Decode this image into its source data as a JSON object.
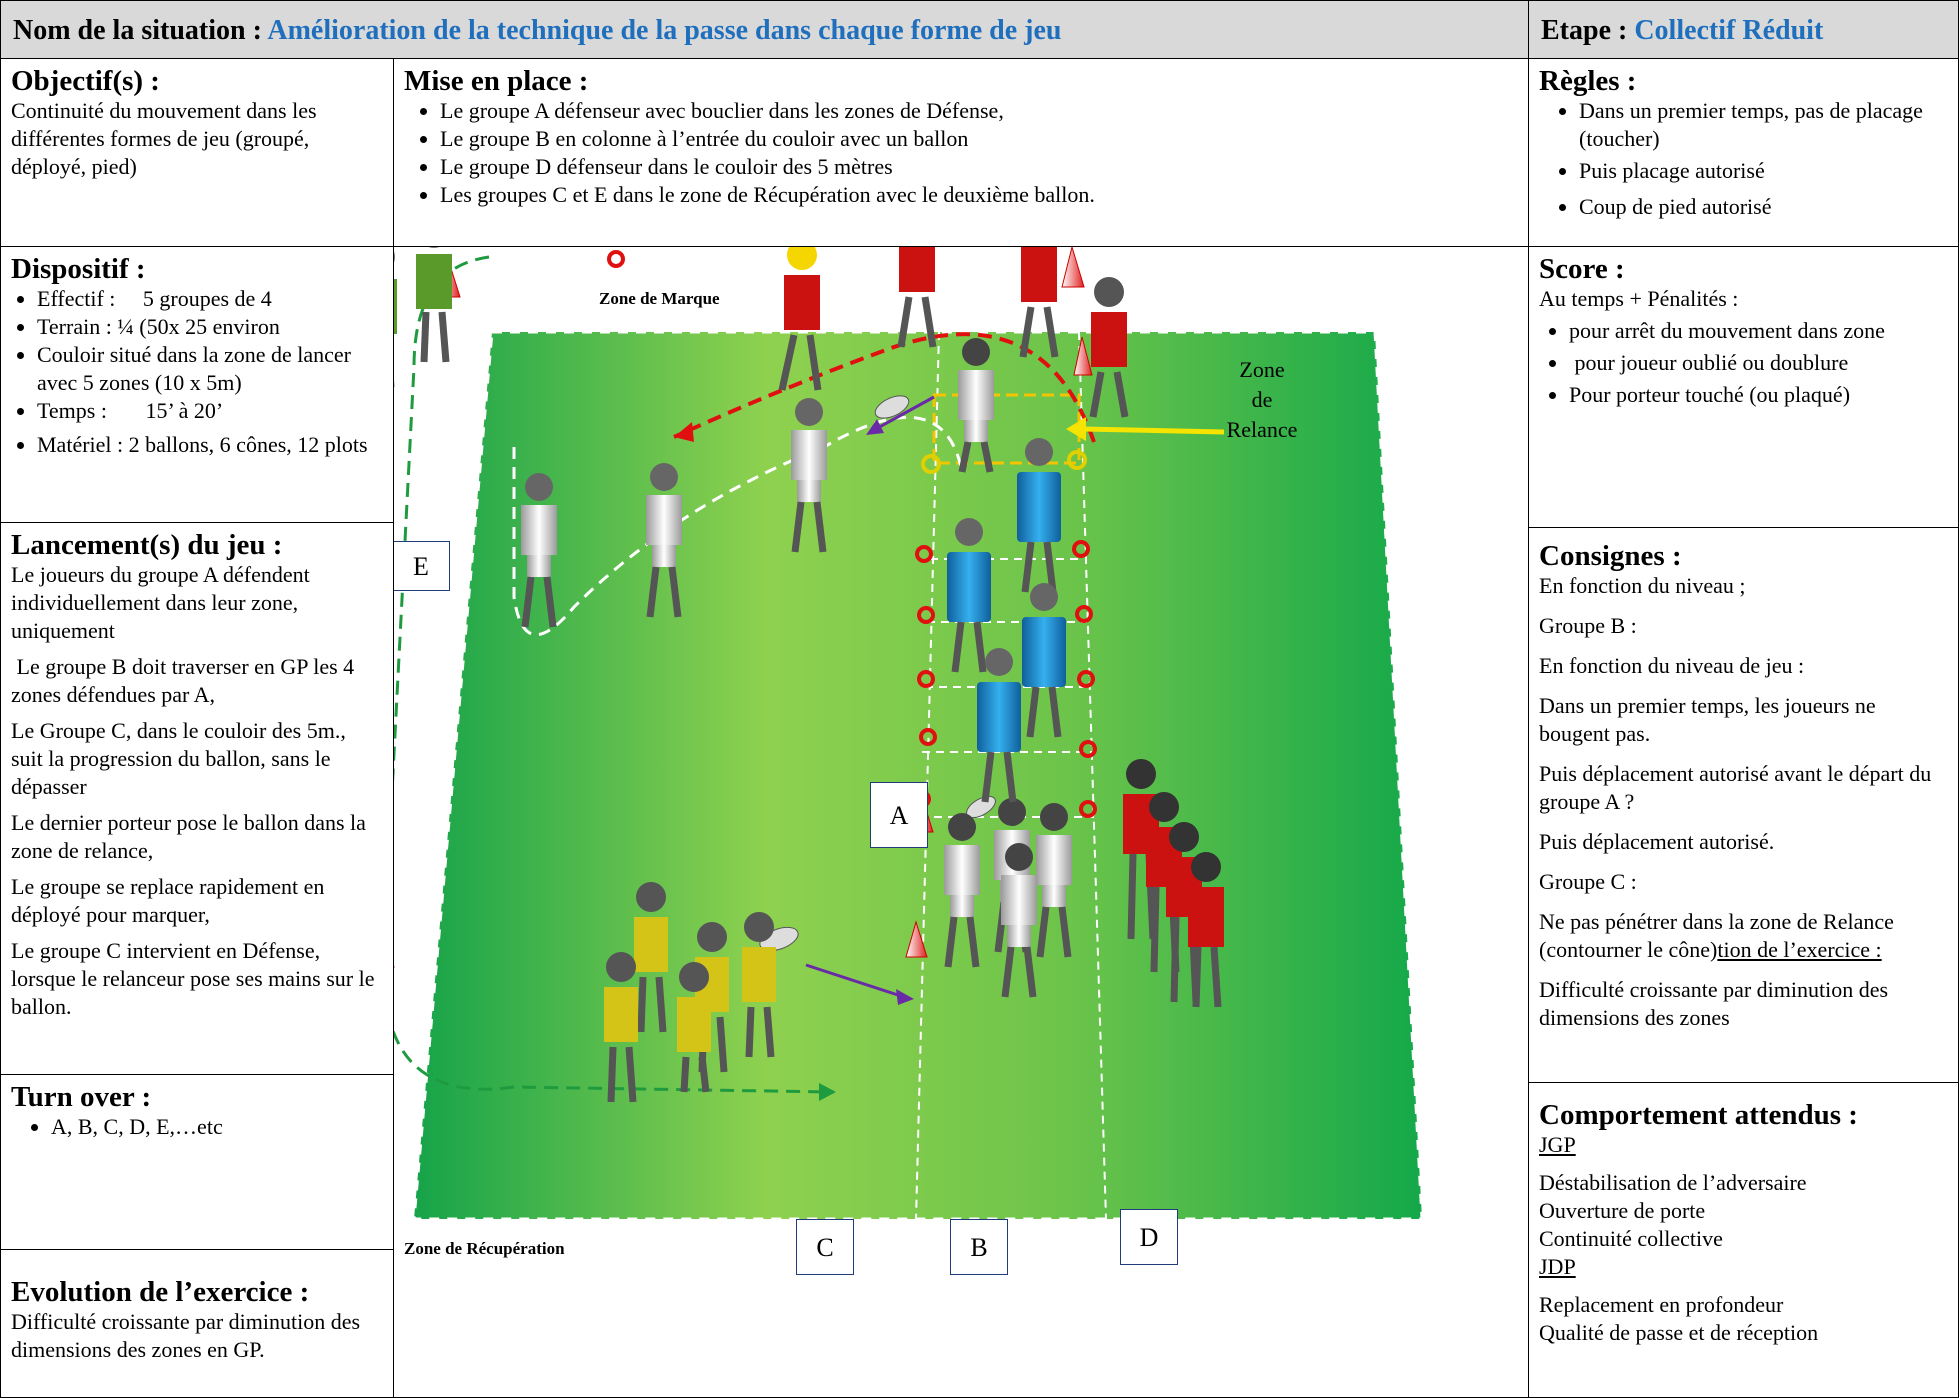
{
  "header": {
    "title_label": "Nom de la situation : ",
    "title_value": "Amélioration de la technique de la passe dans chaque forme de jeu",
    "stage_label": "Etape : ",
    "stage_value": "Collectif Réduit"
  },
  "objectifs": {
    "heading": "Objectif(s) :",
    "text": "Continuité du mouvement dans les différentes formes de jeu (groupé, déployé, pied)"
  },
  "mise_en_place": {
    "heading": "Mise en place :",
    "items": [
      "Le groupe A défenseur avec bouclier dans les zones de Défense,",
      "Le groupe B en colonne à l’entrée du couloir avec un ballon",
      "Le groupe D défenseur dans le couloir des 5 mètres",
      "Les groupes C et E dans le zone de Récupération avec le deuxième ballon."
    ]
  },
  "regles": {
    "heading": "Règles :",
    "items": [
      "Dans un premier temps, pas de placage (toucher)",
      "Puis placage autorisé",
      "Coup de pied autorisé"
    ]
  },
  "dispositif": {
    "heading": "Dispositif :",
    "items": [
      "Effectif :     5 groupes de 4",
      "Terrain : ¼ (50x 25 environ",
      "Couloir situé dans la zone de lancer avec 5 zones (10 x 5m)",
      "Temps :       15’ à 20’",
      "Matériel : 2 ballons, 6 cônes, 12 plots"
    ]
  },
  "score": {
    "heading": "Score :",
    "intro": "Au temps + Pénalités :",
    "items": [
      "pour arrêt du mouvement dans zone",
      " pour joueur oublié ou doublure",
      "Pour porteur touché (ou plaqué)"
    ]
  },
  "lancement": {
    "heading": "Lancement(s) du jeu :",
    "paragraphs": [
      "Le joueurs du groupe A défendent individuellement dans leur zone, uniquement",
      " Le groupe B doit traverser en GP les 4 zones défendues par A,",
      "Le Groupe C, dans le couloir des 5m., suit la progression du ballon, sans le dépasser",
      "Le dernier porteur pose le ballon dans la zone de relance,",
      "Le groupe se replace rapidement en déployé pour marquer,",
      "Le groupe C intervient en Défense, lorsque le relanceur pose ses mains sur le ballon."
    ]
  },
  "consignes": {
    "heading": "Consignes :",
    "paragraphs": [
      "En fonction du niveau ;",
      "Groupe B :",
      "En fonction du niveau de jeu :",
      "Dans un premier temps, les joueurs ne bougent pas.",
      "Puis déplacement autorisé avant le départ du groupe A ?",
      "Puis déplacement autorisé.",
      "Groupe C :"
    ],
    "para_c_text": "Ne pas pénétrer dans la zone de Relance (contourner le cône)",
    "para_c_underlined": "tion de l’exercice :",
    "para_last": "Difficulté croissante par diminution des dimensions des zones"
  },
  "turnover": {
    "heading": "Turn over :",
    "items": [
      "A, B, C, D, E,…etc"
    ]
  },
  "comportement": {
    "heading": "Comportement attendus :",
    "jgp_label": "JGP",
    "jgp_items": [
      "Déstabilisation de l’adversaire",
      "Ouverture de porte",
      "Continuité collective"
    ],
    "jdp_label": "JDP",
    "jdp_items": [
      "Replacement en profondeur",
      "Qualité de passe et de réception"
    ]
  },
  "evolution": {
    "heading": "Evolution de l’exercice :",
    "text": "Difficulté croissante par diminution des dimensions des zones en GP."
  },
  "diagram": {
    "zone_marque": "Zone de Marque",
    "zone_recuperation": "Zone de Récupération",
    "zone_relance": [
      "Zone",
      "de",
      "Relance"
    ],
    "group_labels": {
      "A": "A",
      "B": "B",
      "C": "C",
      "D": "D",
      "E": "E"
    },
    "colors": {
      "field_light": "#8fd14f",
      "field_dark": "#1aa84a",
      "red_team": "#cc1111",
      "green_team": "#5a9a2a",
      "yellow_team": "#d4c417",
      "shield": "#1e8fd6"
    }
  }
}
